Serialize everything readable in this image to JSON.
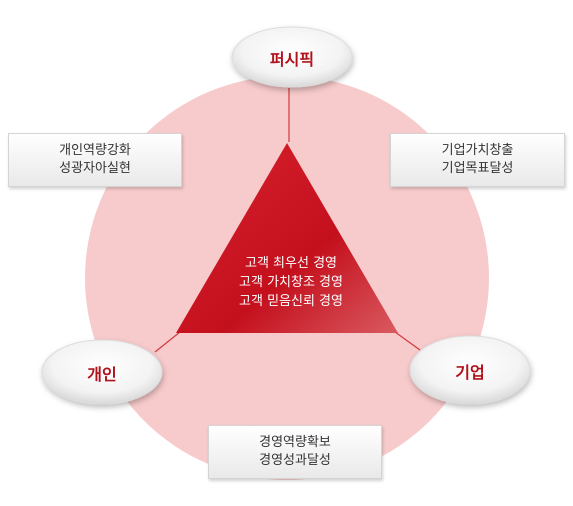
{
  "nodes": {
    "top": "퍼시픽",
    "left": "개인",
    "right": "기업"
  },
  "boxes": {
    "top_left": [
      "개인역량강화",
      "성광자아실현"
    ],
    "top_right": [
      "기업가치창출",
      "기업목표달성"
    ],
    "bottom": [
      "경영역량확보",
      "경영성과달성"
    ]
  },
  "center_lines": [
    "고객 최우선 경영",
    "고객 가치창조 경영",
    "고객 믿음신뢰 경영"
  ],
  "colors": {
    "circle": "#f7cacb",
    "triangle": "#c4101d",
    "node_text": "#b0121c",
    "line": "#d23a3a"
  }
}
